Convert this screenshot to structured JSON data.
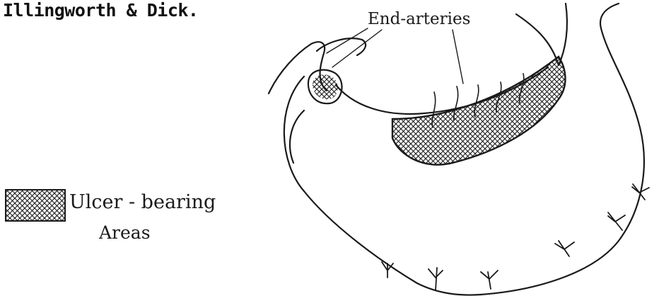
{
  "credit": "Illingworth & Dick.",
  "labels": {
    "end_arteries": "End-arteries",
    "ulcer_bearing": "Ulcer - bearing",
    "areas": "Areas"
  },
  "colors": {
    "ink": "#1a1a1a",
    "paper": "#ffffff",
    "bleed": "#e6e6e6"
  }
}
